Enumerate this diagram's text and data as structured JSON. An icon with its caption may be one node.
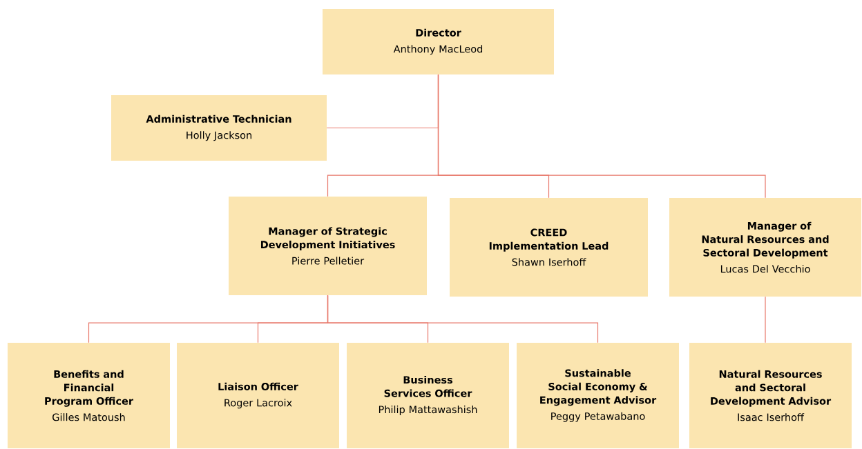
{
  "diagram": {
    "nodes": [
      {
        "text": [
          "Director",
          "Anthony MacLeod"
        ]
      },
      {
        "text": [
          "Administrative Technician",
          "Holly Jackson"
        ]
      },
      {
        "text": [
          "Manager of Strategic Development Initiatives",
          "Pierre Pelletier"
        ]
      },
      {
        "text": [
          "CREED Implementation Lead",
          "Shawn Iserhoff"
        ]
      },
      {
        "text": [
          "Manager of Natural Resources and Sectoral Development",
          "Lucas Del Vecchio"
        ]
      },
      {
        "text": [
          "Benefits and Financial Program Officer",
          "Gilles Matoush"
        ]
      },
      {
        "text": [
          "Liaison Officer",
          "Roger Lacroix"
        ]
      },
      {
        "text": [
          "Business Services Officer",
          "Philip Mattawashish"
        ]
      },
      {
        "text": [
          "Sustainable Social Economy & Engagement Advisor",
          "Peggy Petawabano"
        ]
      },
      {
        "text": [
          "Natural Resources and Sectoral Development Advisor",
          "Isaac Iserhoff"
        ]
      }
    ],
    "edges": [
      {
        "from": 0,
        "to": 1,
        "arrow": "none"
      },
      {
        "from": 0,
        "to": 2,
        "arrow": "none"
      },
      {
        "from": 0,
        "to": 3,
        "arrow": "none"
      },
      {
        "from": 0,
        "to": 4,
        "arrow": "none"
      },
      {
        "from": 2,
        "to": 5,
        "arrow": "none"
      },
      {
        "from": 2,
        "to": 6,
        "arrow": "none"
      },
      {
        "from": 2,
        "to": 7,
        "arrow": "none"
      },
      {
        "from": 2,
        "to": 8,
        "arrow": "none"
      },
      {
        "from": 4,
        "to": 9,
        "arrow": "none"
      }
    ]
  }
}
